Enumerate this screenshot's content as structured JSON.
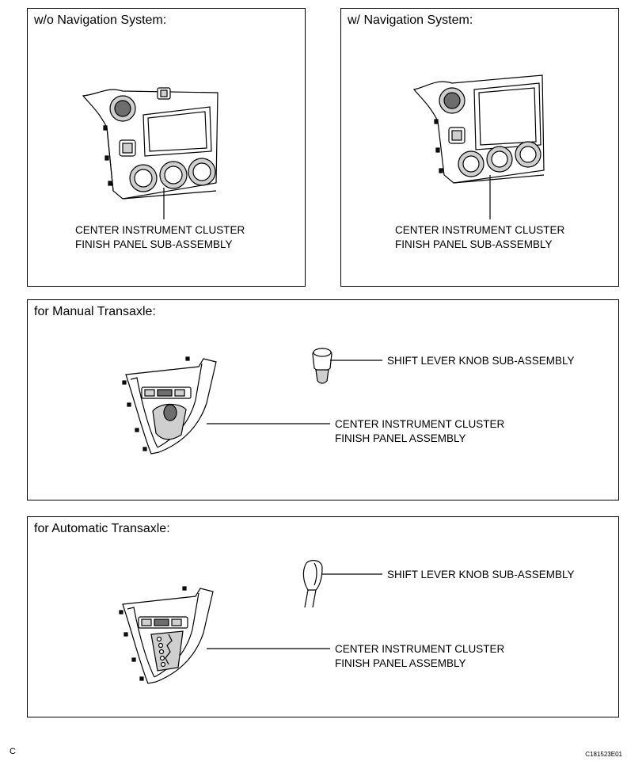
{
  "panels": {
    "wo_nav": {
      "title": "w/o Navigation System:",
      "label_line1": "CENTER INSTRUMENT CLUSTER",
      "label_line2": "FINISH PANEL SUB-ASSEMBLY"
    },
    "w_nav": {
      "title": "w/ Navigation System:",
      "label_line1": "CENTER INSTRUMENT CLUSTER",
      "label_line2": "FINISH PANEL SUB-ASSEMBLY"
    },
    "manual": {
      "title": "for Manual Transaxle:",
      "knob_label": "SHIFT LEVER KNOB SUB-ASSEMBLY",
      "panel_label_line1": "CENTER INSTRUMENT CLUSTER",
      "panel_label_line2": "FINISH PANEL ASSEMBLY"
    },
    "automatic": {
      "title": "for Automatic Transaxle:",
      "knob_label": "SHIFT LEVER KNOB SUB-ASSEMBLY",
      "panel_label_line1": "CENTER INSTRUMENT CLUSTER",
      "panel_label_line2": "FINISH PANEL ASSEMBLY"
    }
  },
  "footer": {
    "left_code": "C",
    "figure_id": "C181523E01"
  }
}
